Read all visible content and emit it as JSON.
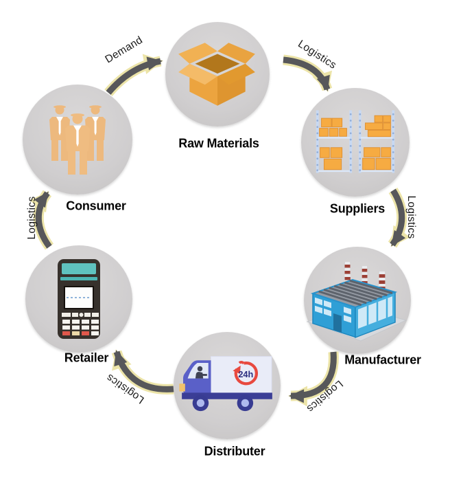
{
  "diagram": {
    "type": "supply-chain-cycle",
    "nodes": [
      {
        "id": "raw-materials",
        "label": "Raw Materials",
        "icon": "open-cardboard-box"
      },
      {
        "id": "suppliers",
        "label": "Suppliers",
        "icon": "warehouse-racks"
      },
      {
        "id": "manufacturer",
        "label": "Manufacturer",
        "icon": "factory"
      },
      {
        "id": "distributer",
        "label": "Distributer",
        "icon": "delivery-truck"
      },
      {
        "id": "retailer",
        "label": "Retailer",
        "icon": "pos-terminal"
      },
      {
        "id": "consumer",
        "label": "Consumer",
        "icon": "people-group"
      }
    ],
    "edges": [
      {
        "from": "consumer",
        "to": "raw-materials",
        "label": "Demand"
      },
      {
        "from": "raw-materials",
        "to": "suppliers",
        "label": "Logistics"
      },
      {
        "from": "suppliers",
        "to": "manufacturer",
        "label": "Logistics"
      },
      {
        "from": "manufacturer",
        "to": "distributer",
        "label": "Logistics"
      },
      {
        "from": "distributer",
        "to": "retailer",
        "label": "Logistics"
      },
      {
        "from": "retailer",
        "to": "consumer",
        "label": "Logistics"
      }
    ],
    "truck_badge": "24h",
    "colors": {
      "node_circle": "#d0cecf",
      "arrow": "#57575a",
      "arrow_outline": "#ece4a8",
      "crate_orange": "#f0a845",
      "factory_blue": "#2f9fd6",
      "truck_blue": "#5a60c8",
      "badge_red": "#e8493f",
      "pos_teal": "#5fc2bf",
      "people_tan": "#edb97e",
      "label_text": "#050505"
    }
  }
}
